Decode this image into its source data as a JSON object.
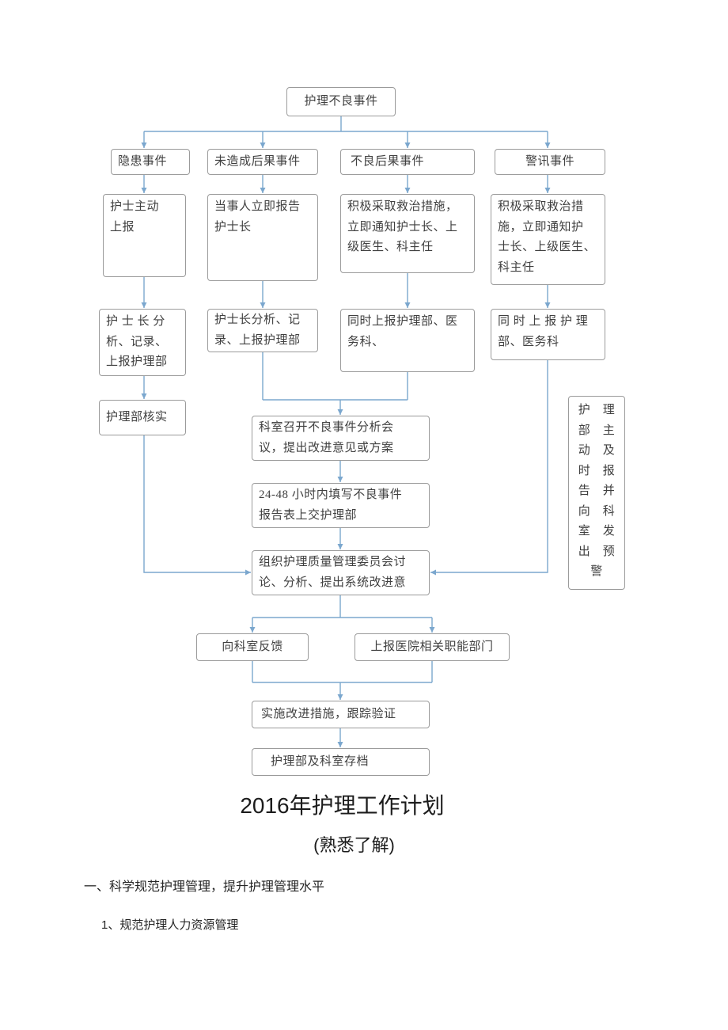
{
  "flowchart": {
    "top": "护理不良事件",
    "col1": {
      "header": "隐患事件",
      "step1": "护士主动\n上报",
      "step2": "护 士 长 分\n析、记录、\n上报护理部",
      "step3": "护理部核实"
    },
    "col2": {
      "header": "未造成后果事件",
      "step1": "当事人立即报告\n护士长",
      "step2": "护士长分析、记\n录、上报护理部"
    },
    "col3": {
      "header": "不良后果事件",
      "step1": "积极采取救治措施，\n立即通知护士长、上\n级医生、科主任",
      "step2": "同时上报护理部、医\n务科、"
    },
    "col4": {
      "header": "警讯事件",
      "step1": "积极采取救治措\n施，立即通知护\n士长、上级医生、\n科主任",
      "step2": "同 时 上 报 护 理\n部、医务科"
    },
    "meeting": "科室召开不良事件分析会\n议，提出改进意见或方案",
    "report24": "24-48 小时内填写不良事件\n报告表上交护理部",
    "committee": "组织护理质量管理委员会讨\n论、分析、提出系统改进意",
    "warning_vertical": "护　理\n部　主\n动　及\n时　报\n告　并\n向　科\n室　发\n出　预\n警",
    "feedback": "向科室反馈",
    "report_hospital": "上报医院相关职能部门",
    "implement": "实施改进措施，跟踪验证",
    "archive": "护理部及科室存档"
  },
  "document": {
    "title": "2016年护理工作计划",
    "subtitle": "(熟悉了解)",
    "section1": "一、科学规范护理管理，提升护理管理水平",
    "item1": "1、规范护理人力资源管理"
  },
  "colors": {
    "connector": "#7BA7CE",
    "box_border": "#9b9b9b",
    "text": "#404040"
  }
}
